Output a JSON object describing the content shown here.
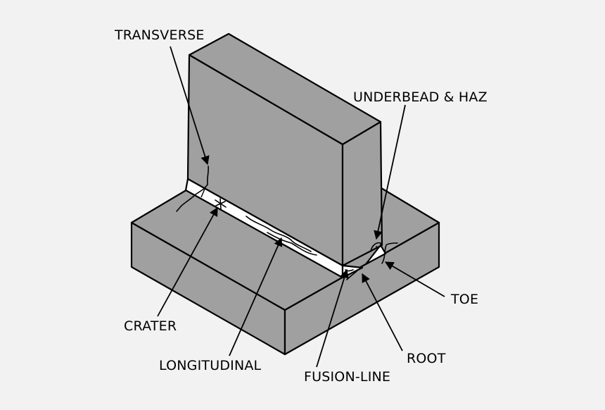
{
  "colors": {
    "background": "#f2f2f2",
    "steel": "#a0a0a0",
    "weld": "#ffffff",
    "ink": "#000000"
  },
  "labels": {
    "transverse": "TRANSVERSE",
    "underbead_haz": "UNDERBEAD & HAZ",
    "crater": "CRATER",
    "longitudinal": "LONGITUDINAL",
    "fusion_line": "FUSION-LINE",
    "root": "ROOT",
    "toe": "TOE"
  }
}
